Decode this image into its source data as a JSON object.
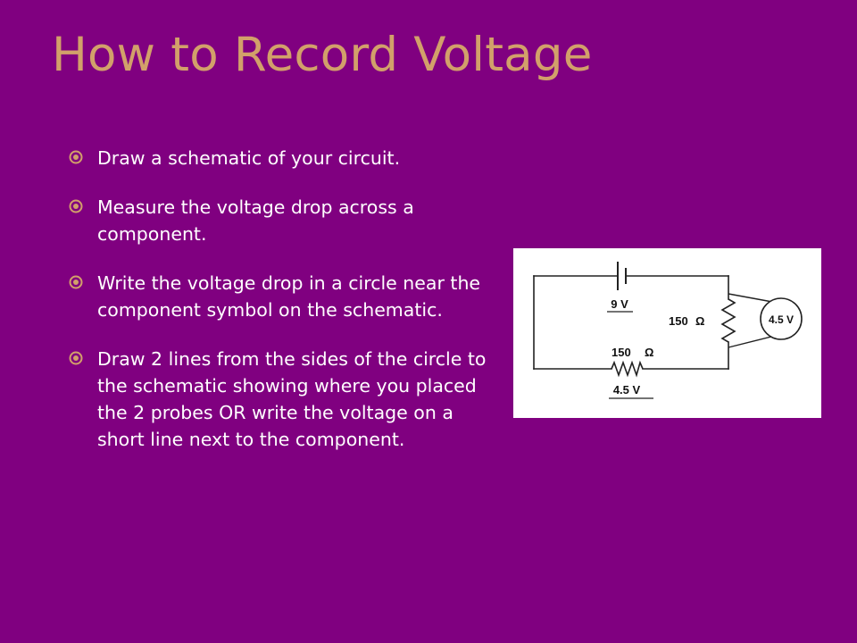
{
  "slide": {
    "title": "How to Record Voltage",
    "bullets": [
      {
        "icon": "circled-dot-bullet-icon",
        "text": "Draw a schematic of your circuit."
      },
      {
        "icon": "circled-dot-bullet-icon",
        "text": "Measure the voltage drop across a component."
      },
      {
        "icon": "circled-dot-bullet-icon",
        "text": "Write the voltage drop in a circle near the component symbol on the schematic."
      },
      {
        "icon": "circled-dot-bullet-icon",
        "text": "Draw 2 lines from the sides of the circle to the schematic showing where you placed the 2 probes OR write the voltage on a short line next to the component."
      }
    ],
    "schematic": {
      "battery_label": "9 V",
      "resistor_top": "150",
      "resistor_bottom": "150",
      "ohm_symbol": "Ω",
      "circle_label": "4.5 V",
      "bottom_voltage_label": "4.5 V"
    }
  },
  "colors": {
    "background": "#800080",
    "title": "#d2a06a",
    "text": "#ffffff",
    "bullet": "#d2a06a"
  }
}
